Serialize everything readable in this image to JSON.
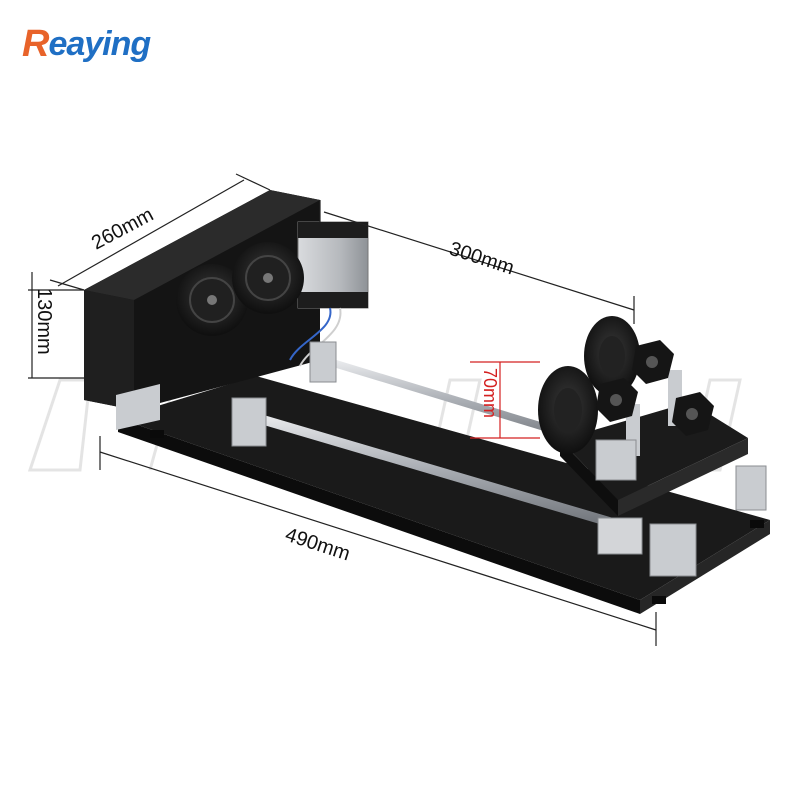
{
  "brand": {
    "logo_first_letter": "R",
    "logo_rest": "eaying",
    "color_primary": "#1f6fc4",
    "color_accent": "#e8632a"
  },
  "dimensions": {
    "width": "260mm",
    "height": "130mm",
    "roller_span": "300mm",
    "length": "490mm",
    "roller_height": "70mm"
  },
  "colors": {
    "body": "#141414",
    "metal": "#c9ccd0",
    "dimension_line": "#222222",
    "dimension_highlight": "#d42020"
  }
}
